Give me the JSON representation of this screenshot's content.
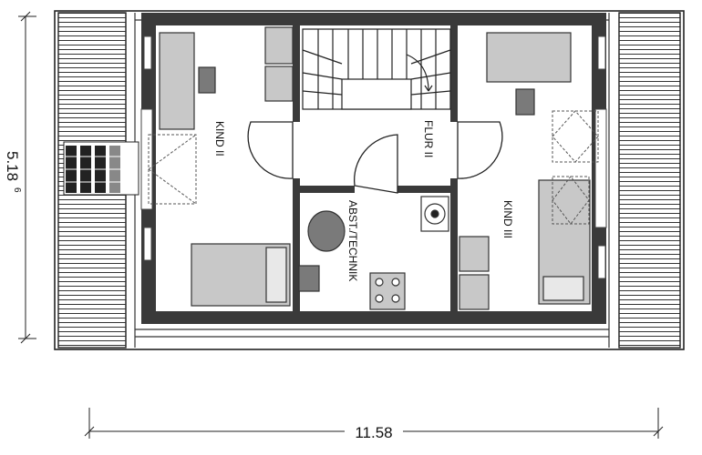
{
  "rooms": {
    "kind2": "KIND II",
    "flur2": "FLUR II",
    "kind3": "KIND III",
    "abst": "ABST./TECHNIK"
  },
  "dimensions": {
    "width": "11.58",
    "height": "5.18",
    "height_superscript": "6"
  }
}
